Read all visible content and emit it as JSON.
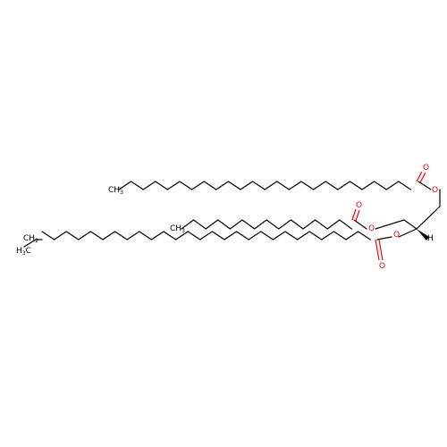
{
  "molecule": {
    "atom_labels": {
      "oxygen": "O",
      "methyl_top": "CH",
      "methyl_mid": "CH",
      "methyl_bottom_a": "H",
      "methyl_bottom_b": "C",
      "methyl_bottom_c": "CH",
      "subscript_3": "3",
      "subscript_2": "2",
      "hydrogen": "H"
    },
    "colors": {
      "bond": "#000000",
      "oxygen": "#ff0000"
    }
  }
}
